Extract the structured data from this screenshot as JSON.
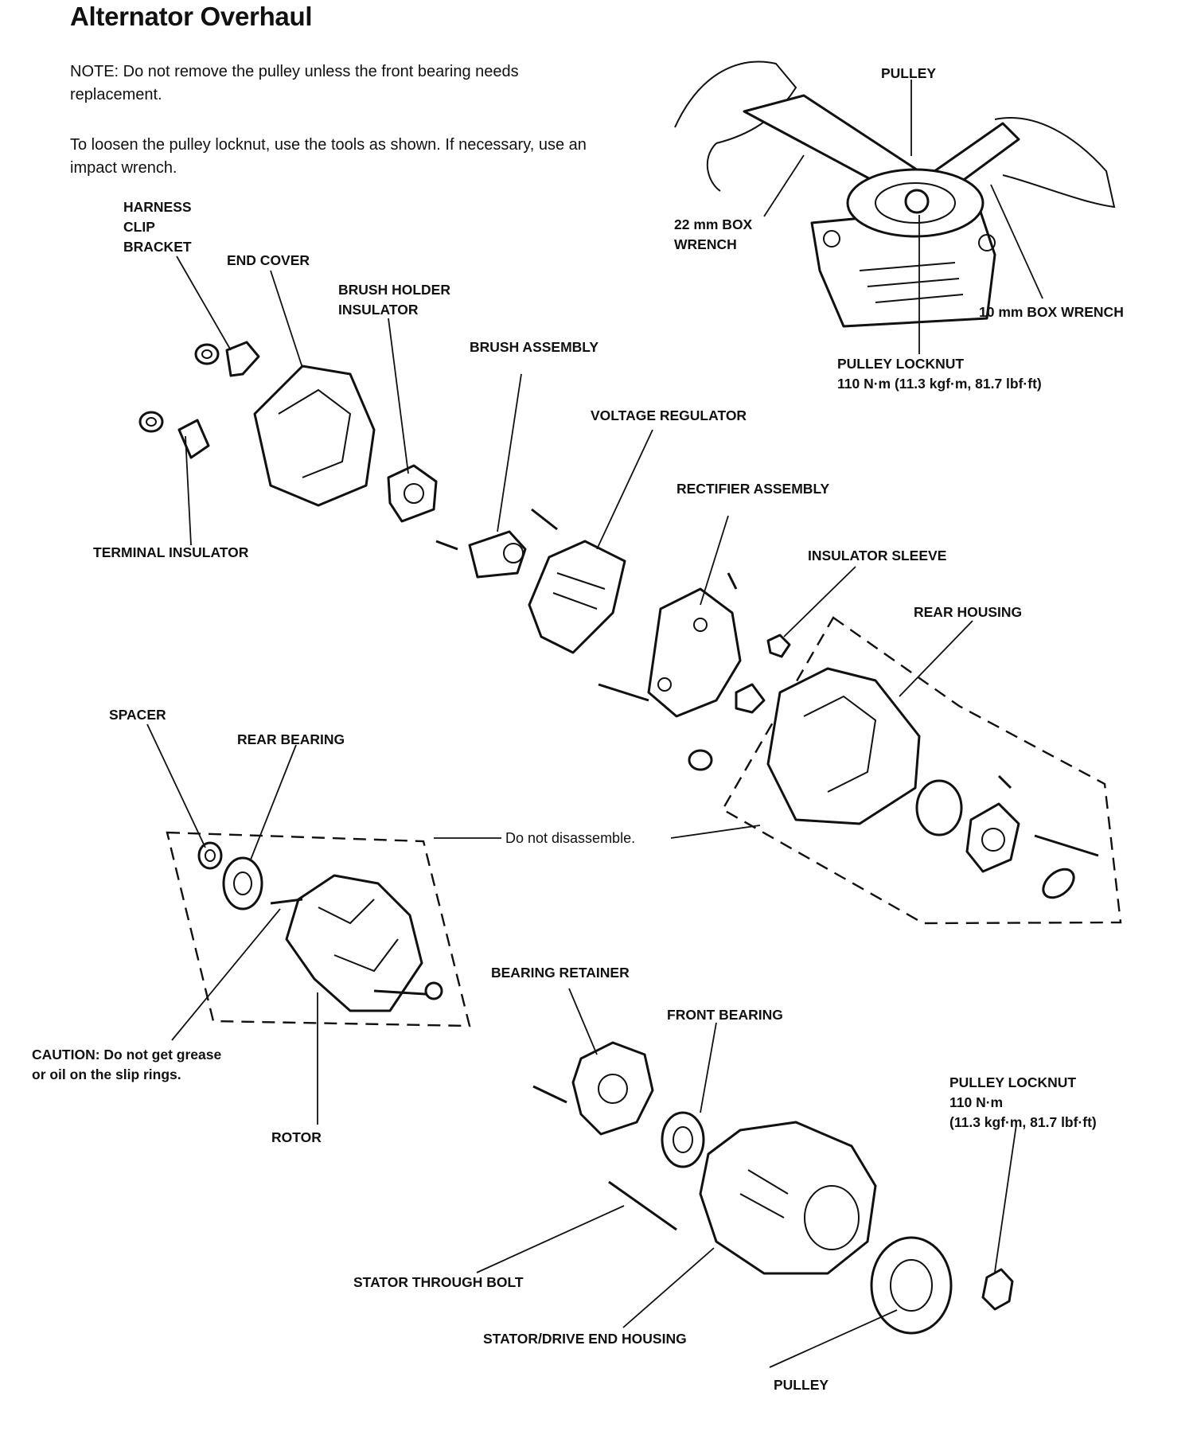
{
  "title": "Alternator Overhaul",
  "notes": {
    "note1": "NOTE: Do not remove the pulley unless the front bearing needs replacement.",
    "note2": "To loosen the pulley locknut, use the tools as shown. If necessary, use an impact wrench."
  },
  "labels": {
    "pulley_top": "PULLEY",
    "box_wrench_22": "22 mm BOX WRENCH",
    "box_wrench_10": "10 mm BOX WRENCH",
    "pulley_locknut_top": "PULLEY LOCKNUT",
    "pulley_locknut_top_torque": "110 N·m (11.3 kgf·m, 81.7 lbf·ft)",
    "harness_clip_bracket": "HARNESS CLIP BRACKET",
    "end_cover": "END COVER",
    "brush_holder_insulator": "BRUSH HOLDER INSULATOR",
    "brush_assembly": "BRUSH ASSEMBLY",
    "voltage_regulator": "VOLTAGE REGULATOR",
    "rectifier_assembly": "RECTIFIER ASSEMBLY",
    "terminal_insulator": "TERMINAL INSULATOR",
    "insulator_sleeve": "INSULATOR SLEEVE",
    "rear_housing": "REAR HOUSING",
    "spacer": "SPACER",
    "rear_bearing": "REAR BEARING",
    "do_not_disassemble": "Do not disassemble.",
    "caution_line1": "CAUTION: Do not get grease",
    "caution_line2": "or oil on the slip rings.",
    "rotor": "ROTOR",
    "bearing_retainer": "BEARING RETAINER",
    "front_bearing": "FRONT BEARING",
    "pulley_locknut_bottom": "PULLEY LOCKNUT",
    "pulley_locknut_bottom_torque1": "110 N·m",
    "pulley_locknut_bottom_torque2": "(11.3 kgf·m, 81.7 lbf·ft)",
    "stator_through_bolt": "STATOR THROUGH BOLT",
    "stator_drive_end_housing": "STATOR/DRIVE END HOUSING",
    "pulley_bottom": "PULLEY"
  }
}
